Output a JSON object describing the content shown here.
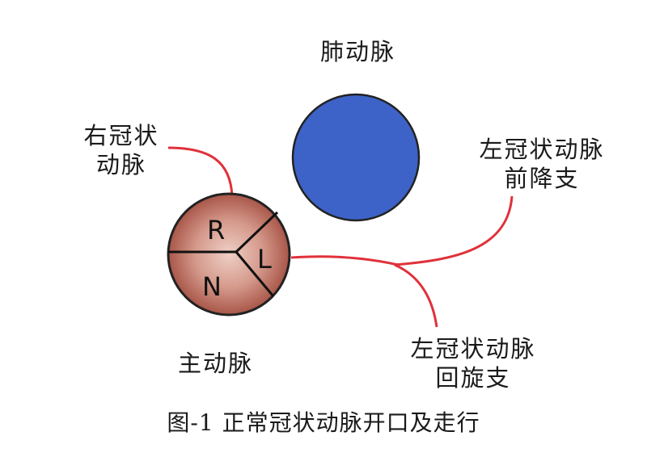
{
  "labels": {
    "pulmonary_artery": "肺动脉",
    "right_coronary": [
      "右冠状",
      "动脉"
    ],
    "left_anterior_descending": [
      "左冠状动脉",
      "前降支"
    ],
    "left_circumflex": [
      "左冠状动脉",
      "回旋支"
    ],
    "aorta": "主动脉"
  },
  "cusps": {
    "right": "R",
    "left": "L",
    "noncoronary": "N"
  },
  "caption": "图-1 正常冠状动脉开口及走行",
  "colors": {
    "pulmonary_artery_fill": "#3d63c8",
    "aorta_fill": "#b8695c",
    "artery_line": "#e0313a",
    "outline": "#222222"
  }
}
